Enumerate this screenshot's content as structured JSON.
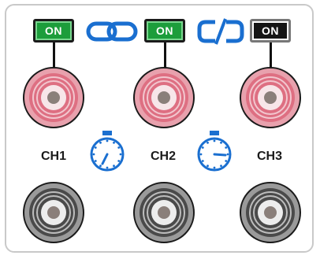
{
  "channels": [
    {
      "label": "CH1",
      "toggle": {
        "text": "ON",
        "state": "on"
      }
    },
    {
      "label": "CH2",
      "toggle": {
        "text": "ON",
        "state": "on"
      }
    },
    {
      "label": "CH3",
      "toggle": {
        "text": "ON",
        "state": "off"
      }
    }
  ],
  "links": [
    {
      "icon": "link-icon"
    },
    {
      "icon": "unlink-icon"
    }
  ],
  "timers": [
    {
      "icon": "timer-icon"
    },
    {
      "icon": "timer-icon"
    }
  ],
  "colors": {
    "on_green": "#1c9d3b",
    "off_black": "#141414",
    "accent_blue": "#1a6fd0",
    "knob_red": "#e47a8a",
    "knob_gray": "#555555"
  }
}
